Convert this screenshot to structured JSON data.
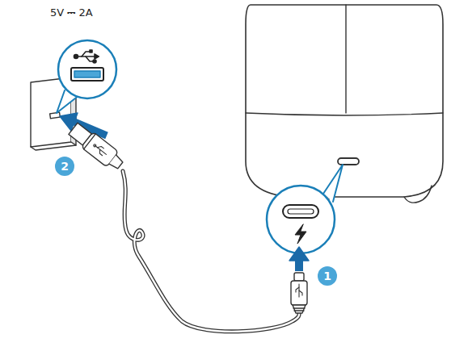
{
  "diagram": {
    "labels": [
      "5V ⎓ 2A",
      "2",
      "1"
    ]
  }
}
